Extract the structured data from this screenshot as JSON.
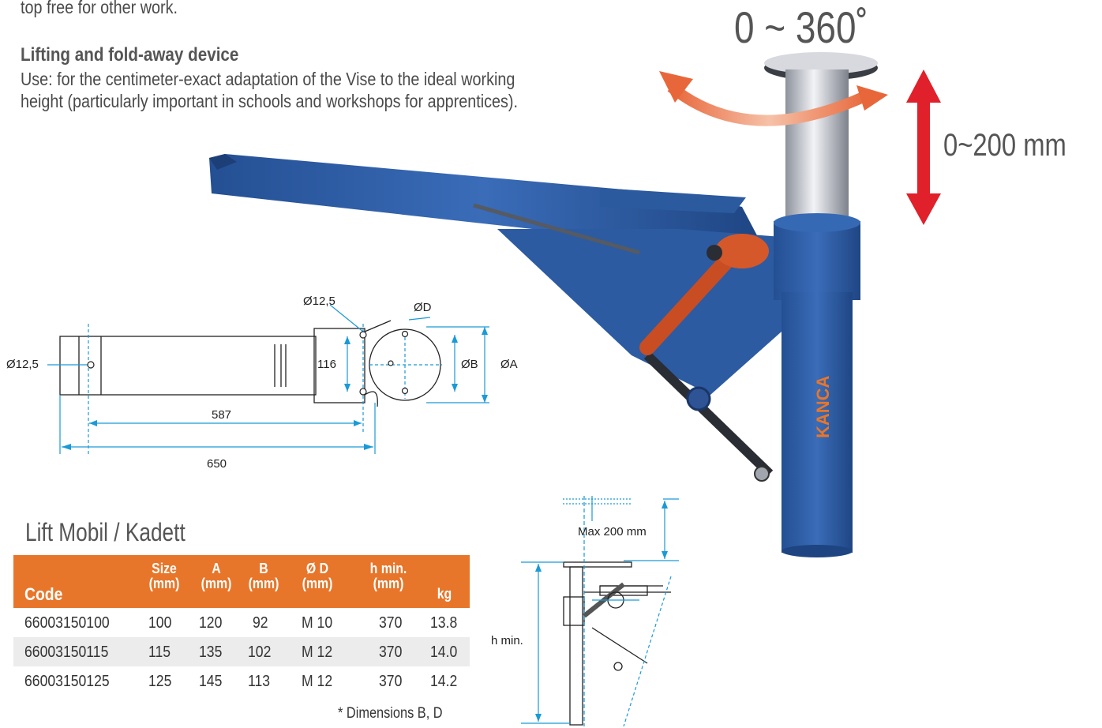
{
  "intro": {
    "text": "top free for other work."
  },
  "lift_device": {
    "heading": "Lifting and fold-away device",
    "line1": "Use: for the centimeter-exact adaptation of the Vise to the ideal working",
    "line2": "height (particularly important in schools and workshops for apprentices)."
  },
  "product_image": {
    "rotation_label": "0 ~ 360˚",
    "height_label": "0~200 mm",
    "brand": "KANCA",
    "colors": {
      "body": "#2f5fa8",
      "handle": "#d4582a",
      "arrow_rotate": "#e8673a",
      "arrow_height": "#e0202a",
      "post": "#c9ccd2"
    }
  },
  "top_drawing": {
    "hole_left": "Ø12,5",
    "hole_top": "Ø12,5",
    "dia_d": "ØD",
    "dia_b": "ØB",
    "dia_a": "ØA",
    "dim_116": "116",
    "dim_587": "587",
    "dim_650": "650"
  },
  "side_drawing": {
    "max_label": "Max 200 mm",
    "hmin_label": "h min."
  },
  "product_title": "Lift Mobil / Kadett",
  "table": {
    "headers": {
      "code": "Code",
      "size": [
        "Size",
        "(mm)"
      ],
      "a": [
        "A",
        "(mm)"
      ],
      "b": [
        "B",
        "(mm)"
      ],
      "d": [
        "Ø D",
        "(mm)"
      ],
      "hmin": [
        "h min.",
        "(mm)"
      ],
      "kg": "kg"
    },
    "rows": [
      {
        "code": "66003150100",
        "size": "100",
        "a": "120",
        "b": "92",
        "d": "M 10",
        "hmin": "370",
        "kg": "13.8"
      },
      {
        "code": "66003150115",
        "size": "115",
        "a": "135",
        "b": "102",
        "d": "M 12",
        "hmin": "370",
        "kg": "14.0"
      },
      {
        "code": "66003150125",
        "size": "125",
        "a": "145",
        "b": "113",
        "d": "M 12",
        "hmin": "370",
        "kg": "14.2"
      }
    ],
    "footnote": "* Dimensions B, D"
  }
}
